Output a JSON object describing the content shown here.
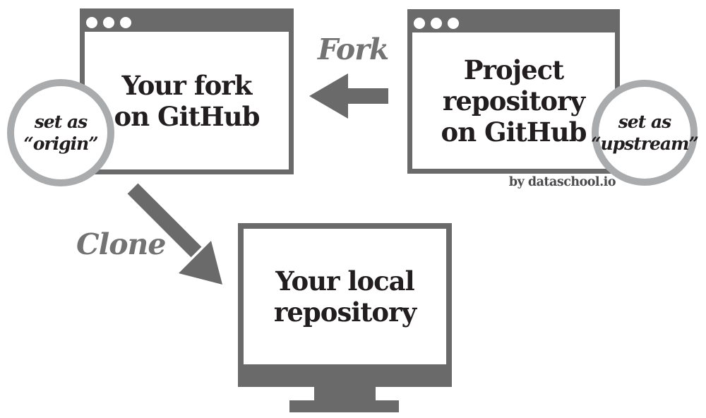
{
  "diagram": {
    "fork_window": {
      "title_line1": "Your fork",
      "title_line2": "on GitHub",
      "badge_line1": "set as",
      "badge_line2": "“origin”"
    },
    "project_window": {
      "title_line1": "Project",
      "title_line2": "repository",
      "title_line3": "on GitHub",
      "badge_line1": "set as",
      "badge_line2": "“upstream”"
    },
    "local_repository": {
      "title_line1": "Your local",
      "title_line2": "repository"
    },
    "arrows": {
      "fork_label": "Fork",
      "clone_label": "Clone"
    },
    "credit": "by dataschool.io",
    "colors": {
      "frame_gray": "#6a6a6a",
      "label_gray": "#737373",
      "ring_gray": "#a9abad",
      "text_dark": "#221e1f",
      "credit_gray": "#4b4b4d"
    }
  }
}
